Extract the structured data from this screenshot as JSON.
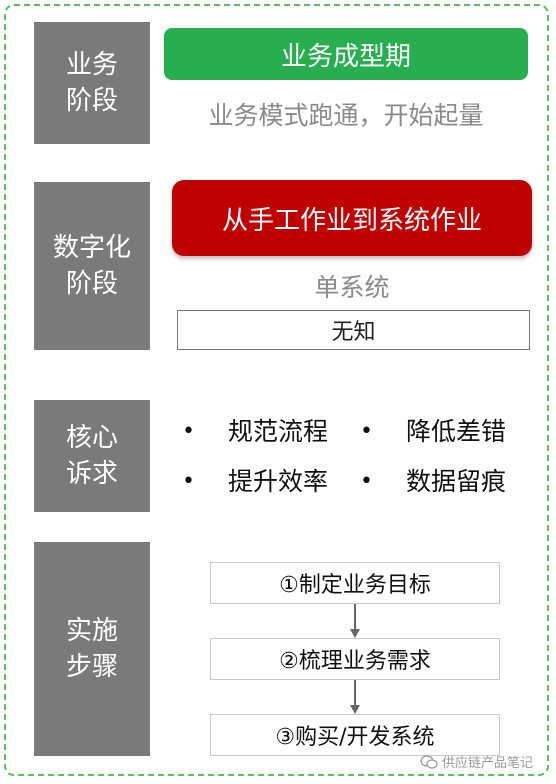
{
  "stages": {
    "business": "业务\n阶段",
    "digital": "数字化\n阶段",
    "core": "核心\n诉求",
    "steps": "实施\n步骤"
  },
  "business": {
    "phase": "业务成型期",
    "desc": "业务模式跑通，开始起量"
  },
  "digital": {
    "phase": "从手工作业到系统作业",
    "system": "单系统",
    "status": "无知"
  },
  "core": {
    "bullet_symbol": "•",
    "items": [
      "规范流程",
      "降低差错",
      "提升效率",
      "数据留痕"
    ]
  },
  "steps": [
    "①制定业务目标",
    "②梳理业务需求",
    "③购买/开发系统"
  ],
  "watermark": "供应链产品笔记",
  "colors": {
    "label_gray": "#7a7a7a",
    "green": "#27ae4f",
    "red": "#c00000",
    "dashed_border": "#5cbf5c"
  }
}
